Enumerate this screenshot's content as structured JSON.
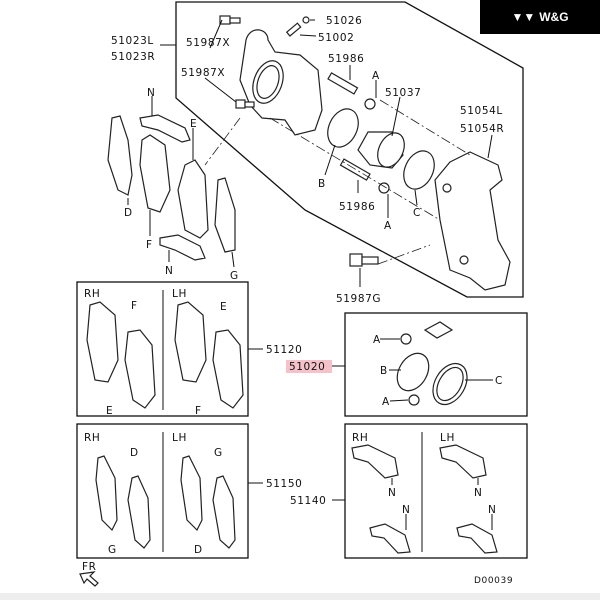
{
  "logo": {
    "text": "W&G",
    "icon": "wg-logo-icon"
  },
  "highlight_color": "#f4c2c8",
  "main_assembly": {
    "labels": {
      "caliper_l": "51023L",
      "caliper_r": "51023R",
      "bolt_x1": "51987X",
      "bolt_x2": "51987X",
      "cap": "51026",
      "bleeder": "51002",
      "pin_upper": "51986",
      "pin_lower": "51986",
      "piston": "51037",
      "bracket_l": "51054L",
      "bracket_r": "51054R",
      "bolt_g": "51987G",
      "a_upper": "A",
      "a_lower": "A",
      "b": "B",
      "c": "C",
      "n_upper": "N",
      "n_lower": "N",
      "d": "D",
      "e": "E",
      "f": "F",
      "g": "G"
    }
  },
  "pad_kit": {
    "part_no": "51120",
    "rh": "RH",
    "lh": "LH",
    "rh_top": "F",
    "rh_bottom": "E",
    "lh_top": "E",
    "lh_bottom": "F"
  },
  "seal_kit": {
    "part_no": "51020",
    "a_upper": "A",
    "b": "B",
    "c": "C",
    "a_lower": "A"
  },
  "shim_kit": {
    "part_no": "51150",
    "rh": "RH",
    "lh": "LH",
    "rh_top": "D",
    "rh_bottom": "G",
    "lh_top": "G",
    "lh_bottom": "D"
  },
  "clip_kit": {
    "part_no": "51140",
    "rh": "RH",
    "lh": "LH",
    "n1": "N",
    "n2": "N",
    "n3": "N",
    "n4": "N"
  },
  "footer": {
    "front": "FR",
    "diagram_id": "D00039"
  }
}
